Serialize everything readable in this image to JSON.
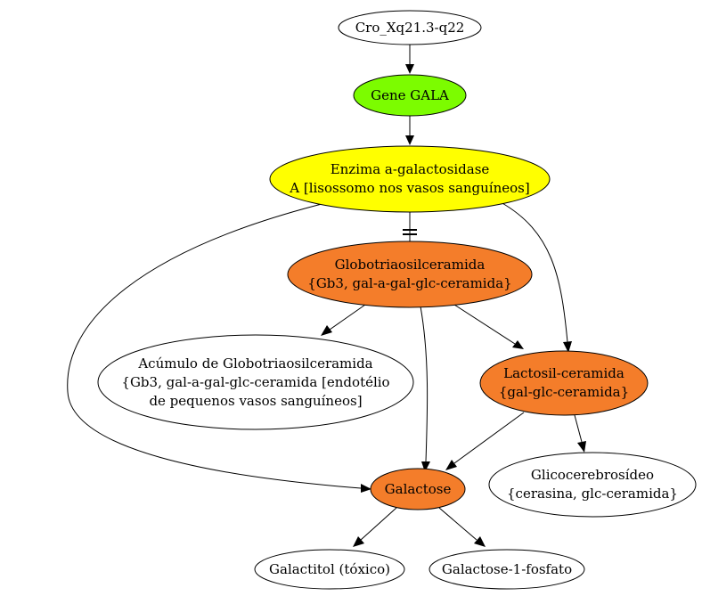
{
  "nodes": {
    "cro": {
      "lines": [
        "Cro_Xq21.3-q22"
      ],
      "fill": "#ffffff"
    },
    "gene": {
      "lines": [
        "Gene GALA"
      ],
      "fill": "#7cfc00"
    },
    "enzima": {
      "lines": [
        "Enzima a-galactosidase",
        "A [lisossomo nos vasos sanguíneos]"
      ],
      "fill": "#ffff00"
    },
    "globo": {
      "lines": [
        "Globotriaosilceramida",
        "{Gb3, gal-a-gal-glc-ceramida}"
      ],
      "fill": "#f47d2a"
    },
    "acumulo": {
      "lines": [
        "Acúmulo de Globotriaosilceramida",
        "{Gb3, gal-a-gal-glc-ceramida [endotélio",
        "de pequenos vasos sanguíneos]"
      ],
      "fill": "#ffffff"
    },
    "lactosil": {
      "lines": [
        "Lactosil-ceramida",
        "{gal-glc-ceramida}"
      ],
      "fill": "#f47d2a"
    },
    "galactose": {
      "lines": [
        "Galactose"
      ],
      "fill": "#f47d2a"
    },
    "glico": {
      "lines": [
        "Glicocerebrosídeo",
        "{cerasina, glc-ceramida}"
      ],
      "fill": "#ffffff"
    },
    "galactitol": {
      "lines": [
        "Galactitol (tóxico)"
      ],
      "fill": "#ffffff"
    },
    "g1p": {
      "lines": [
        "Galactose-1-fosfato"
      ],
      "fill": "#ffffff"
    }
  },
  "edges": [
    {
      "from": "cro",
      "to": "gene",
      "head": "arrow"
    },
    {
      "from": "gene",
      "to": "enzima",
      "head": "arrow"
    },
    {
      "from": "enzima",
      "to": "globo",
      "head": "tee"
    },
    {
      "from": "enzima",
      "to": "lactosil",
      "head": "arrow"
    },
    {
      "from": "enzima",
      "to": "galactose",
      "head": "arrow"
    },
    {
      "from": "globo",
      "to": "acumulo",
      "head": "arrow"
    },
    {
      "from": "globo",
      "to": "lactosil",
      "head": "arrow"
    },
    {
      "from": "globo",
      "to": "galactose",
      "head": "arrow"
    },
    {
      "from": "lactosil",
      "to": "galactose",
      "head": "arrow"
    },
    {
      "from": "lactosil",
      "to": "glico",
      "head": "arrow"
    },
    {
      "from": "galactose",
      "to": "galactitol",
      "head": "arrow"
    },
    {
      "from": "galactose",
      "to": "g1p",
      "head": "arrow"
    }
  ]
}
